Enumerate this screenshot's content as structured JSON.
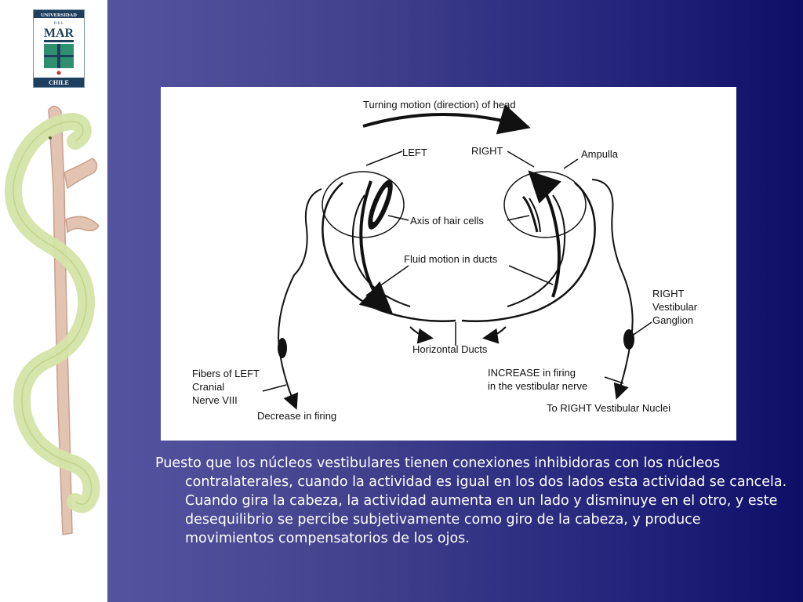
{
  "logo": {
    "top": "UNIVERSIDAD",
    "middle_letters": "D E L",
    "name": "MAR",
    "bottom": "CHILE"
  },
  "diagram": {
    "labels": {
      "turning_motion": "Turning motion (direction) of head",
      "left": "LEFT",
      "right": "RIGHT",
      "ampulla": "Ampulla",
      "axis_hair_cells": "Axis of hair cells",
      "fluid_motion": "Fluid motion in ducts",
      "right_ganglion_1": "RIGHT",
      "right_ganglion_2": "Vestibular",
      "right_ganglion_3": "Ganglion",
      "horizontal_ducts": "Horizontal Ducts",
      "left_fibers_1": "Fibers of LEFT",
      "left_fibers_2": "Cranial",
      "left_fibers_3": "Nerve VIII",
      "increase_1": "INCREASE in firing",
      "increase_2": "in the vestibular nerve",
      "decrease": "Decrease in firing",
      "to_right_nuclei": "To RIGHT Vestibular Nuclei"
    }
  },
  "caption": "Puesto que los núcleos vestibulares tienen conexiones inhibidoras con los núcleos contralaterales, cuando la actividad es igual en los dos lados esta actividad se cancela. Cuando gira la cabeza, la actividad aumenta en un lado y disminuye en el otro, y este desequilibrio se percibe subjetivamente como giro de la cabeza, y produce movimientos compensatorios de los ojos.",
  "colors": {
    "background_left": "#5a5aa8",
    "background_right": "#0e0e66",
    "snake": "#d9e8b0",
    "staff": "#d9b8a6"
  }
}
